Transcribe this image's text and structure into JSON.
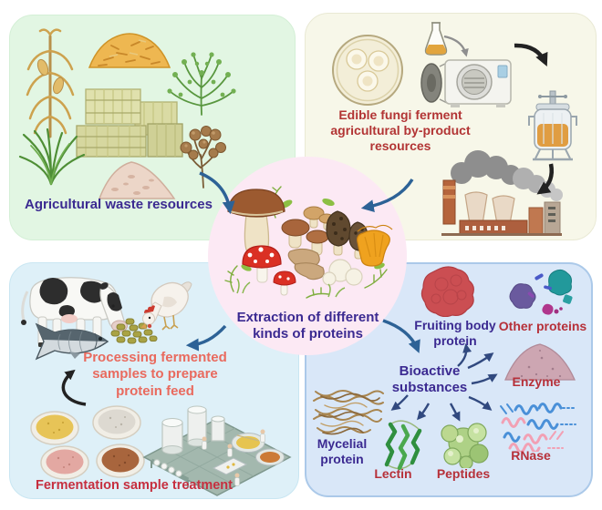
{
  "panels": {
    "agricultural_waste": {
      "label": "Agricultural waste resources",
      "icons": [
        "corn-plant",
        "straw-pile",
        "green-shrub",
        "hay-bales",
        "grass-tuft",
        "bran-pile",
        "dried-plant"
      ]
    },
    "edible_fungi": {
      "label": "Edible fungi ferment agricultural by-product resources",
      "icons": [
        "petri-dish",
        "erlenmeyer-flask",
        "autoclave",
        "bioreactor",
        "smoking-factory"
      ]
    },
    "extraction": {
      "label": "Extraction of different kinds of proteins",
      "icons": [
        "mushroom-assortment"
      ]
    },
    "protein_feed": {
      "processing_label": "Processing fermented samples to prepare protein feed",
      "treatment_label": "Fermentation sample treatment",
      "icons": [
        "cow",
        "chicken",
        "fish",
        "feed-pellets",
        "powder-dish-yellow",
        "powder-dish-white",
        "powder-dish-pink",
        "powder-dish-brown",
        "processing-plant"
      ]
    },
    "bioactive": {
      "hub_label": "Bioactive substances",
      "items": [
        {
          "label": "Fruiting body protein",
          "icon": "red-protein-blob"
        },
        {
          "label": "Other proteins",
          "icon": "scattered-protein-shapes"
        },
        {
          "label": "Enzyme",
          "icon": "enzyme-powder-pile"
        },
        {
          "label": "RNase",
          "icon": "rna-ribbon-squiggles"
        },
        {
          "label": "Peptides",
          "icon": "peptide-blob-cluster"
        },
        {
          "label": "Lectin",
          "icon": "lectin-ribbon-helix"
        },
        {
          "label": "Mycelial protein",
          "icon": "mycelium-fiber-tangle"
        }
      ]
    }
  },
  "colors": {
    "panel_green": "#e2f6e3",
    "panel_cream": "#f7f7e9",
    "panel_lightblue": "#def0f8",
    "panel_blue": "#d9e7f8",
    "panel_blue_border": "#abc9e9",
    "circle_pink": "#fce9f4",
    "purple_text": "#3b2a91",
    "darkred_text": "#b23434",
    "red_text": "#b63039",
    "coral_text": "#e96a5e",
    "crimson_text": "#c62f3f",
    "arrow_blue": "#2d6296",
    "arrow_navy": "#31497f",
    "arrow_black": "#222222",
    "arrow_gray": "#8f8f8f"
  }
}
